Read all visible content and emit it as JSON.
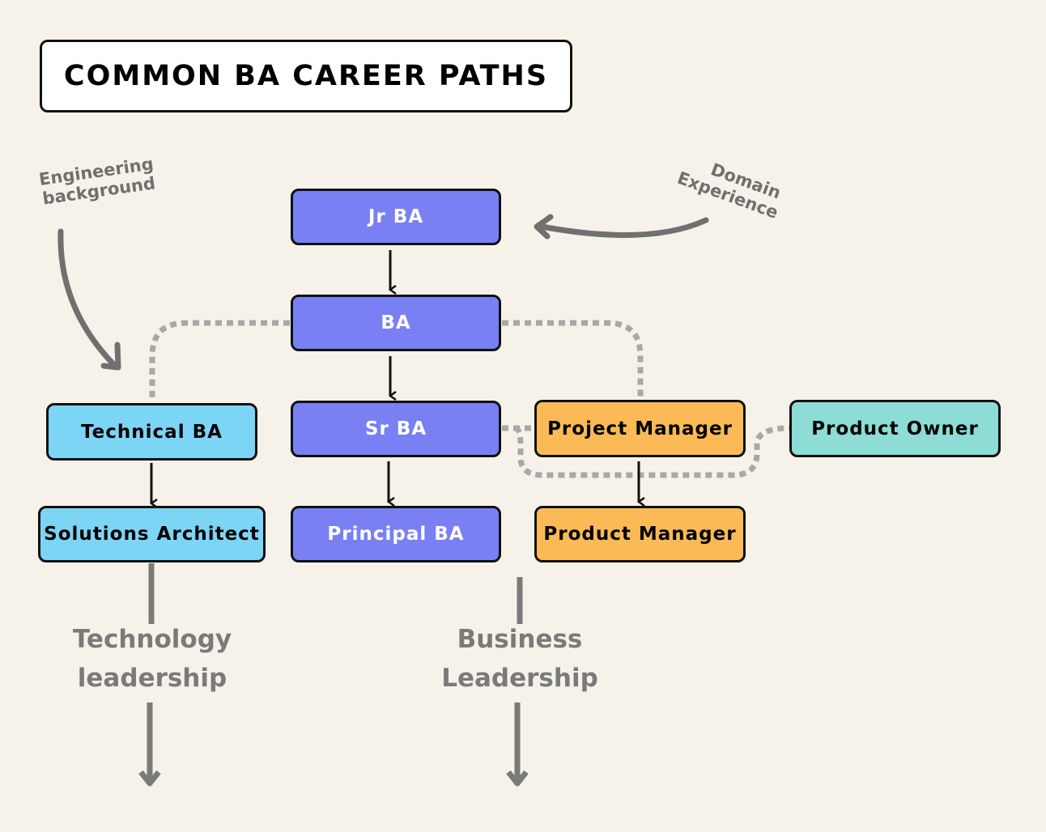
{
  "title": "COMMON BA CAREER PATHS",
  "colors": {
    "background": "#f6f2ea",
    "ba_track": "#7880f4",
    "technical_track": "#7dd5f6",
    "management_track": "#fbba56",
    "product_owner": "#8ddcd6",
    "annotation": "#707070",
    "dotted_connector": "#a8a8a8"
  },
  "nodes": {
    "jr_ba": "Jr BA",
    "ba": "BA",
    "sr_ba": "Sr BA",
    "principal_ba": "Principal BA",
    "technical_ba": "Technical BA",
    "solutions_architect": "Solutions Architect",
    "project_manager": "Project Manager",
    "product_manager": "Product Manager",
    "product_owner": "Product Owner"
  },
  "annotations": {
    "engineering": [
      "Engineering",
      "background"
    ],
    "domain": [
      "Domain",
      "Experience"
    ]
  },
  "leadership": {
    "technology": [
      "Technology",
      "leadership"
    ],
    "business": [
      "Business",
      "Leadership"
    ]
  },
  "edges": [
    {
      "from": "Jr BA",
      "to": "BA",
      "style": "solid"
    },
    {
      "from": "BA",
      "to": "Sr BA",
      "style": "solid"
    },
    {
      "from": "Sr BA",
      "to": "Principal BA",
      "style": "solid"
    },
    {
      "from": "Technical BA",
      "to": "Solutions Architect",
      "style": "solid"
    },
    {
      "from": "Project Manager",
      "to": "Product Manager",
      "style": "solid"
    },
    {
      "from": "BA",
      "to": "Technical BA",
      "style": "dotted"
    },
    {
      "from": "BA",
      "to": "Project Manager",
      "style": "dotted"
    },
    {
      "from": "Sr BA",
      "to": "Project Manager",
      "style": "dotted"
    },
    {
      "from": "Sr BA",
      "to": "Product Owner",
      "style": "dotted"
    }
  ]
}
